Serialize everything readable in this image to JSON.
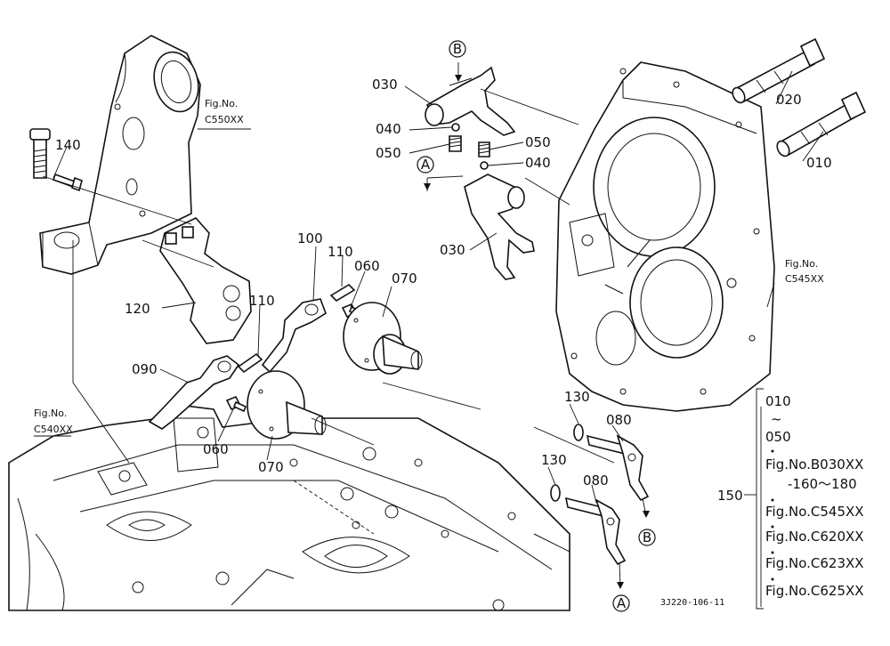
{
  "labels": {
    "p010": "010",
    "p020": "020",
    "p030a": "030",
    "p030b": "030",
    "p040a": "040",
    "p040b": "040",
    "p050a": "050",
    "p050b": "050",
    "p060a": "060",
    "p060b": "060",
    "p070a": "070",
    "p070b": "070",
    "p080a": "080",
    "p080b": "080",
    "p090": "090",
    "p100": "100",
    "p110a": "110",
    "p110b": "110",
    "p120": "120",
    "p130a": "130",
    "p130b": "130",
    "p140": "140",
    "p150": "150"
  },
  "markers": {
    "A1": "A",
    "A2": "A",
    "B1": "B",
    "B2": "B"
  },
  "figure_refs": {
    "c550": {
      "line1": "Fig.No.",
      "line2": "C550XX"
    },
    "c545": {
      "line1": "Fig.No.",
      "line2": "C545XX"
    },
    "c540": {
      "line1": "Fig.No.",
      "line2": "C540XX"
    }
  },
  "side_list": {
    "range_start": "010",
    "range_tilde": "~",
    "range_end": "050",
    "items": [
      "Fig.No.B030XX",
      "-160～180",
      "Fig.No.C545XX",
      "Fig.No.C620XX",
      "Fig.No.C623XX",
      "Fig.No.C625XX"
    ]
  },
  "drawing_code": "3J220-106-11"
}
